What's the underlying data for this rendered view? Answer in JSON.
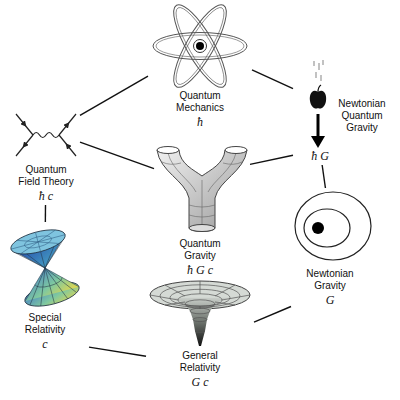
{
  "diagram": {
    "nodes": [
      {
        "text": [
          "Quantum Mechanics",
          "ħ"
        ]
      },
      {
        "text": [
          "Newtonian Quantum Gravity",
          "ħ G"
        ]
      },
      {
        "text": [
          "Quantum Field Theory",
          "ħ c"
        ]
      },
      {
        "text": [
          "Quantum Gravity",
          "ħ G c"
        ]
      },
      {
        "text": [
          "Newtonian Gravity",
          "G"
        ]
      },
      {
        "text": [
          "Special Relativity",
          "c"
        ]
      },
      {
        "text": [
          "General Relativity",
          "G c"
        ]
      }
    ],
    "edges": [
      {
        "from": 0,
        "to": 1,
        "arrow": "none"
      },
      {
        "from": 0,
        "to": 2,
        "arrow": "none"
      },
      {
        "from": 2,
        "to": 5,
        "arrow": "none"
      },
      {
        "from": 5,
        "to": 6,
        "arrow": "none"
      },
      {
        "from": 6,
        "to": 4,
        "arrow": "none"
      },
      {
        "from": 4,
        "to": 1,
        "arrow": "none"
      },
      {
        "from": 2,
        "to": 3,
        "arrow": "none"
      },
      {
        "from": 1,
        "to": 3,
        "arrow": "none"
      }
    ]
  }
}
